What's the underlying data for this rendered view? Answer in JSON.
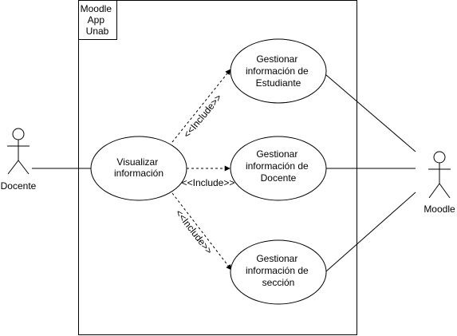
{
  "system": {
    "label_lines": [
      "Moodle",
      "App",
      "Unab"
    ]
  },
  "actors": {
    "left": {
      "name": "Docente"
    },
    "right": {
      "name": "Moodle"
    }
  },
  "use_cases": {
    "visualizar": {
      "lines": [
        "Visualizar",
        "información"
      ]
    },
    "estudiante": {
      "lines": [
        "Gestionar",
        "información de",
        "Estudiante"
      ]
    },
    "docente": {
      "lines": [
        "Gestionar",
        "información de",
        "Docente"
      ]
    },
    "seccion": {
      "lines": [
        "Gestionar",
        "información de",
        "sección"
      ]
    }
  },
  "relations": {
    "include_top": "<<Include>>",
    "include_mid": "<<Include>>",
    "include_bottom": "<<Include>>"
  },
  "colors": {
    "stroke": "#000000",
    "fill": "#ffffff"
  }
}
